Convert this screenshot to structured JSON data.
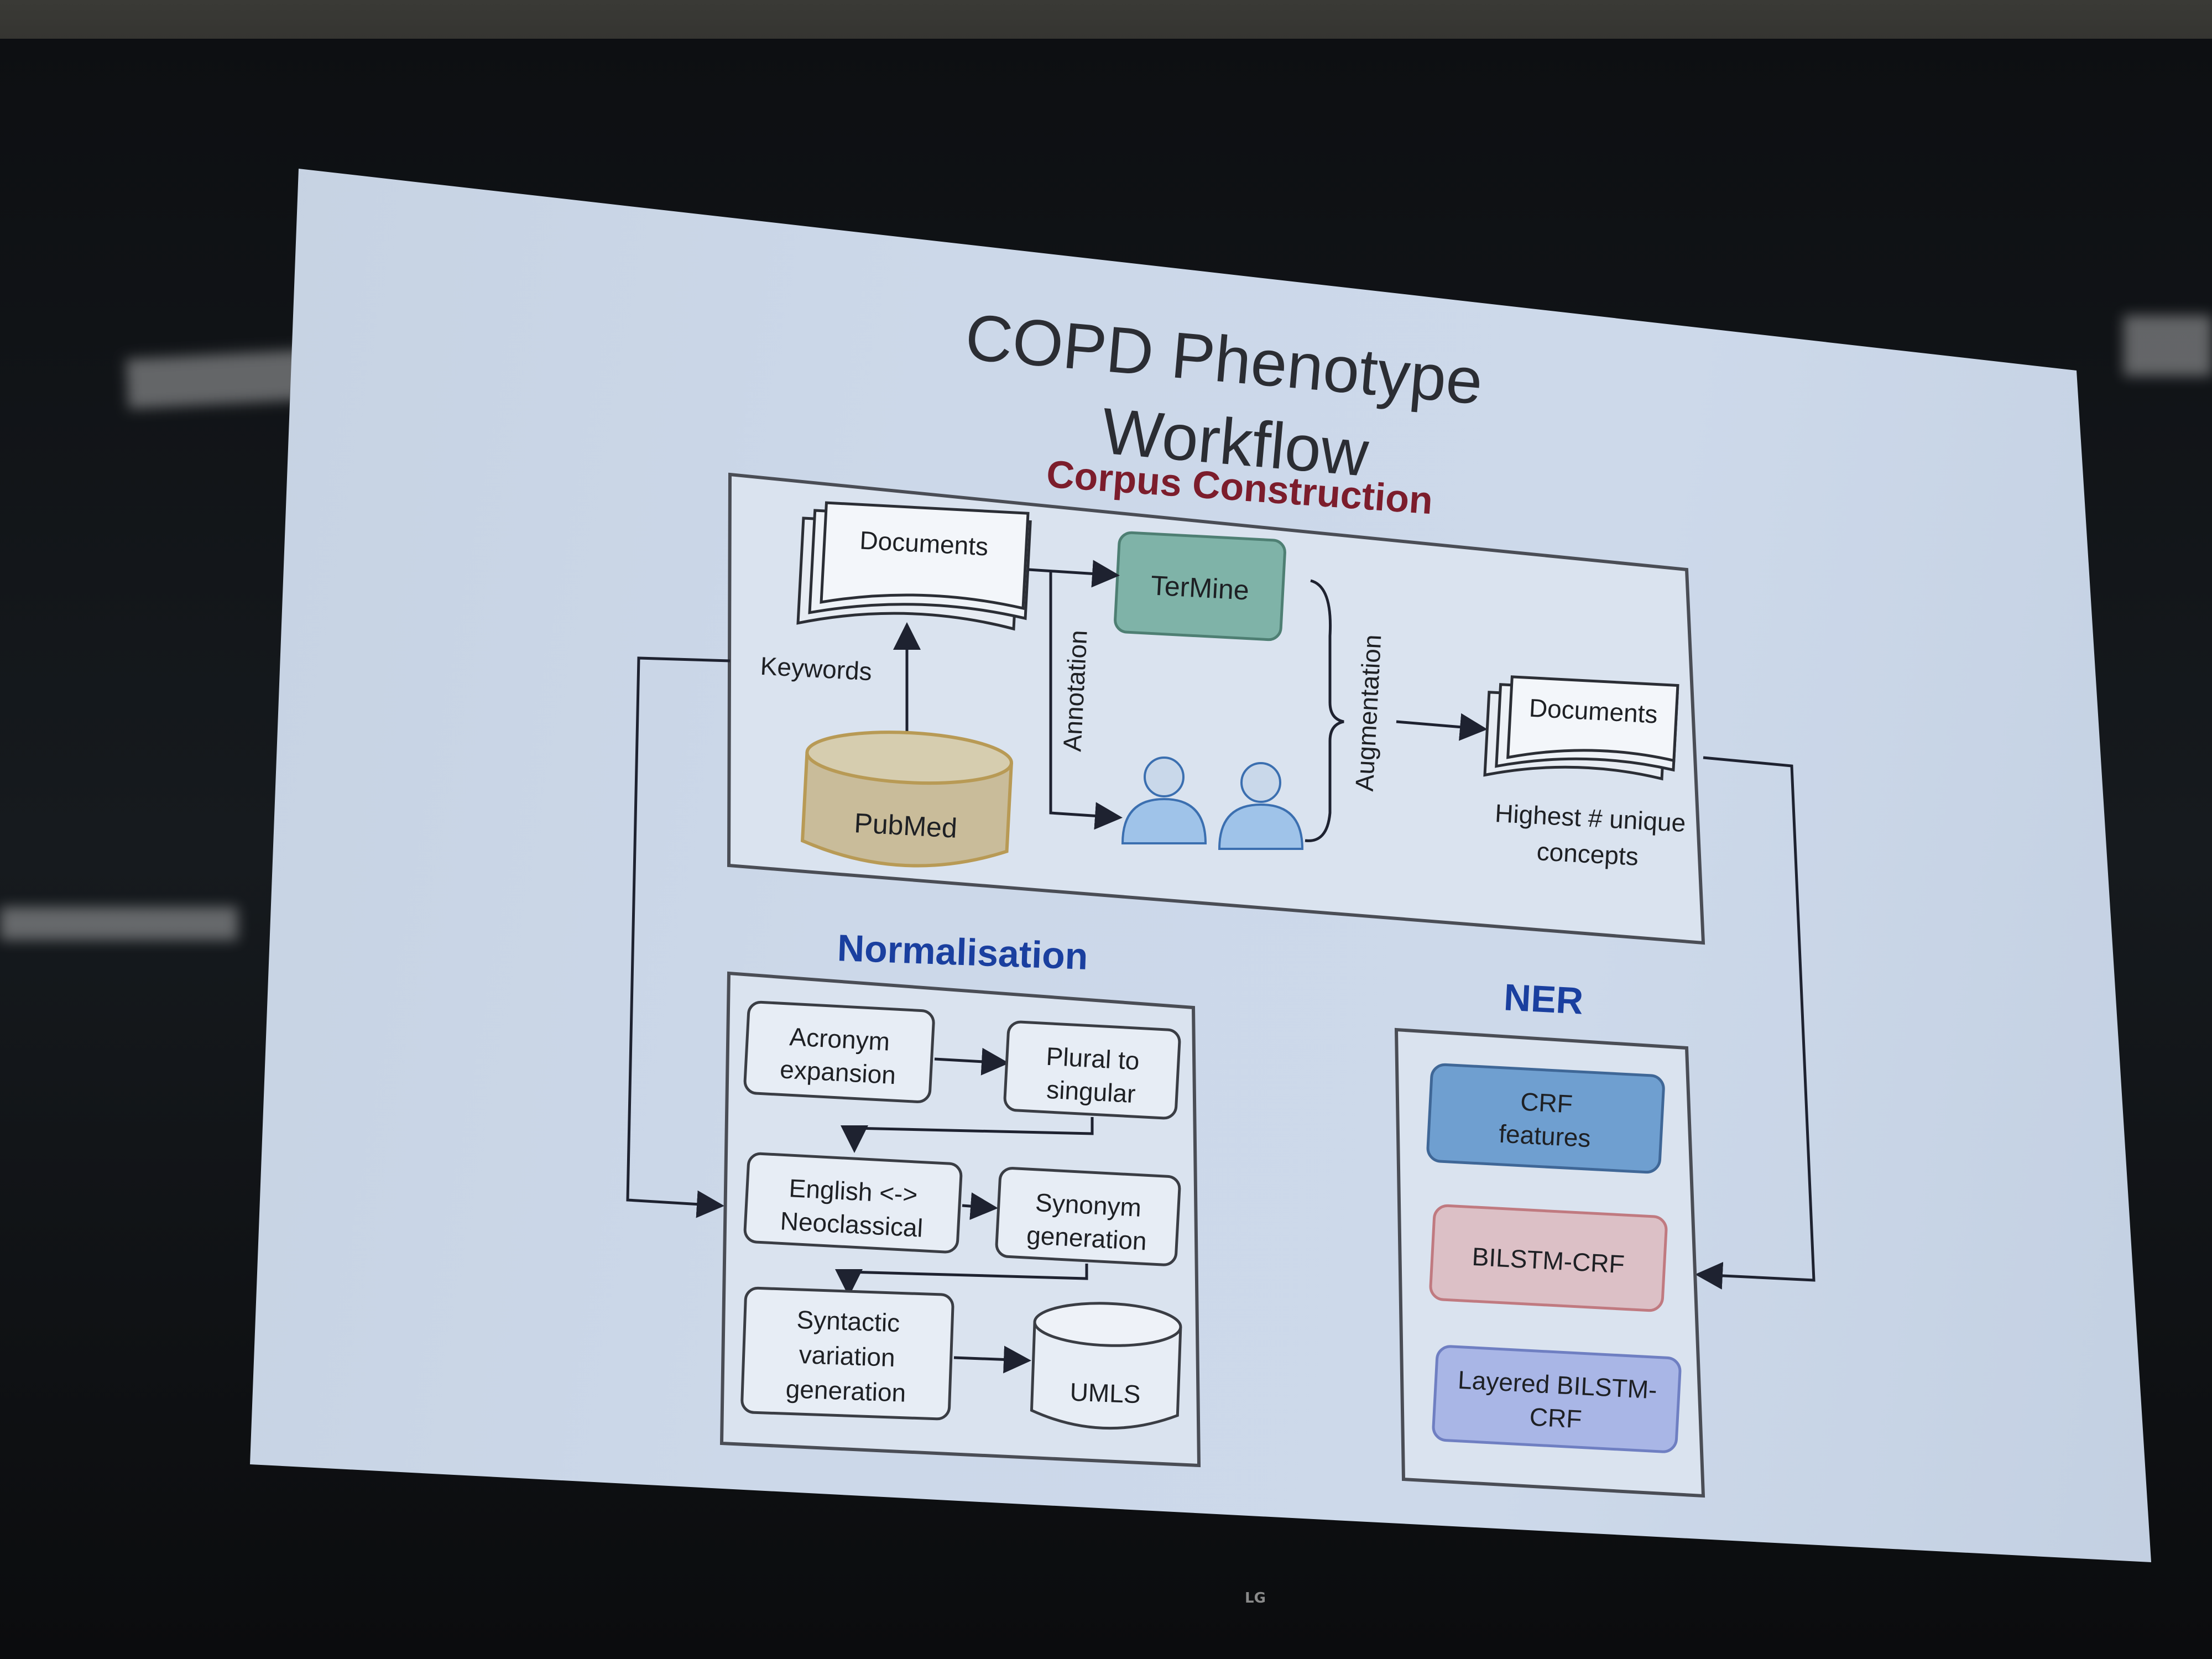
{
  "slide": {
    "title_line1": "COPD Phenotype",
    "title_line2": "Workflow"
  },
  "corpus": {
    "heading": "Corpus Construction",
    "documents_in": "Documents",
    "keywords": "Keywords",
    "pubmed": "PubMed",
    "termine": "TerMine",
    "annotation": "Annotation",
    "augmentation": "Augmentation",
    "documents_out": "Documents",
    "caption_line1": "Highest # unique",
    "caption_line2": "concepts"
  },
  "normalisation": {
    "heading": "Normalisation",
    "acronym_line1": "Acronym",
    "acronym_line2": "expansion",
    "plural_line1": "Plural to",
    "plural_line2": "singular",
    "english_line1": "English <->",
    "english_line2": "Neoclassical",
    "synonym_line1": "Synonym",
    "synonym_line2": "generation",
    "syntactic_line1": "Syntactic",
    "syntactic_line2": "variation",
    "syntactic_line3": "generation",
    "umls": "UMLS"
  },
  "ner": {
    "heading": "NER",
    "crf_line1": "CRF",
    "crf_line2": "features",
    "bilstm": "BILSTM-CRF",
    "layered_line1": "Layered BILSTM-",
    "layered_line2": "CRF"
  },
  "tv": {
    "brand": "LG"
  },
  "colors": {
    "corpus_heading": "#7c1d2c",
    "section_heading": "#1a3f9f",
    "termine_fill": "#7fb3a8",
    "pubmed_fill": "#c9bc9a",
    "pubmed_stroke": "#b89a55",
    "people_fill": "#9fc3e9",
    "crf_fill": "#6f9fd0",
    "bilstm_fill": "#dcc0c6",
    "layered_fill": "#a9b6e6"
  }
}
